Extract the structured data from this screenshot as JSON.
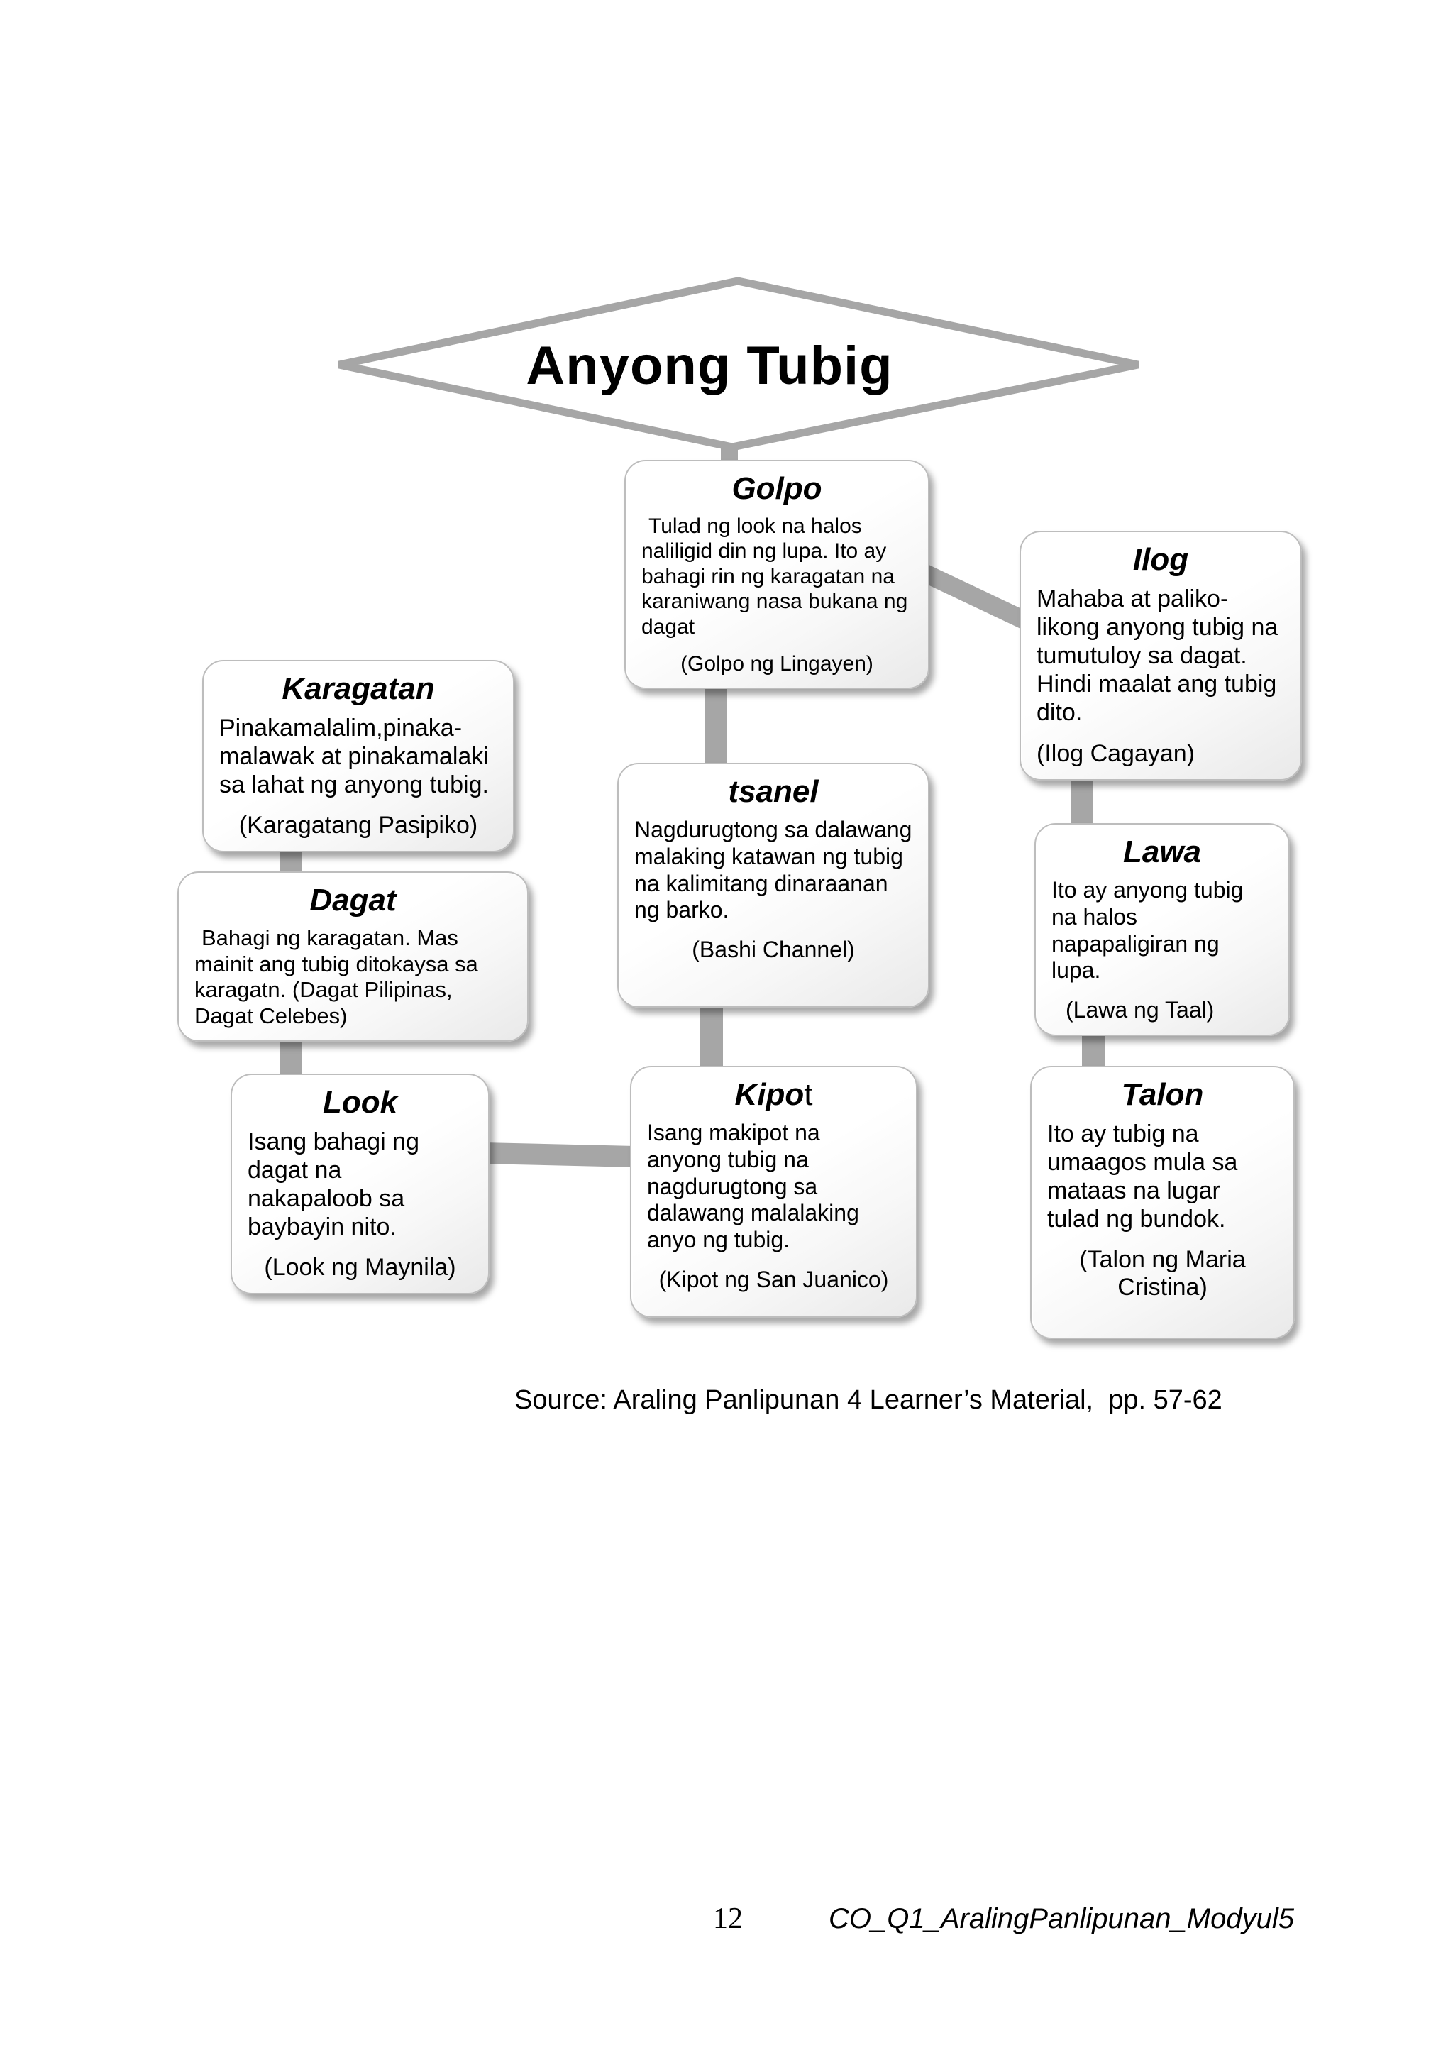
{
  "diagram": {
    "title": "Anyong Tubig",
    "nodes": {
      "golpo": {
        "title": "Golpo",
        "body": "Tulad ng look na halos naliligid din ng lupa. Ito ay bahagi rin ng karagatan na karaniwang nasa bukana ng dagat",
        "example": "(Golpo ng Lingayen)"
      },
      "ilog": {
        "title": "Ilog",
        "body": "Mahaba at paliko-likong anyong tubig na tumutuloy sa dagat. Hindi maalat ang tubig dito.",
        "example": "(Ilog Cagayan)"
      },
      "karagatan": {
        "title": "Karagatan",
        "body": "Pinakamalalim,pinaka-malawak at pinakamalaki sa lahat ng anyong tubig.",
        "example": "(Karagatang Pasipiko)"
      },
      "tsanel": {
        "title": "tsanel",
        "body": "Nagdurugtong sa dalawang malaking katawan ng tubig na kalimitang dinaraanan ng barko.",
        "example": "(Bashi Channel)"
      },
      "lawa": {
        "title": "Lawa",
        "body": "Ito ay anyong tubig na halos napapaligiran ng lupa.",
        "example": "(Lawa ng Taal)"
      },
      "dagat": {
        "title": "Dagat",
        "body": "Bahagi ng karagatan. Mas mainit ang tubig ditokaysa sa karagatn. (Dagat Pilipinas, Dagat Celebes)",
        "example": ""
      },
      "look": {
        "title": "Look",
        "body": "Isang bahagi ng dagat na nakapaloob sa baybayin nito.",
        "example": "(Look ng Maynila)"
      },
      "kipot": {
        "title": "Kipo",
        "title_suffix": "t",
        "body": "Isang makipot na anyong tubig na nagdurugtong sa dalawang malalaking anyo ng tubig.",
        "example": "(Kipot ng San Juanico)"
      },
      "talon": {
        "title": "Talon",
        "body": "Ito ay tubig na umaagos mula sa mataas na lugar tulad ng bundok.",
        "example": "(Talon ng Maria Cristina)"
      }
    }
  },
  "source_line": "Source: Araling Panlipunan 4 Learner’s Material,  pp. 57-62",
  "footer": {
    "page_number": "12",
    "module_code": "CO_Q1_AralingPanlipunan_Modyul5"
  }
}
